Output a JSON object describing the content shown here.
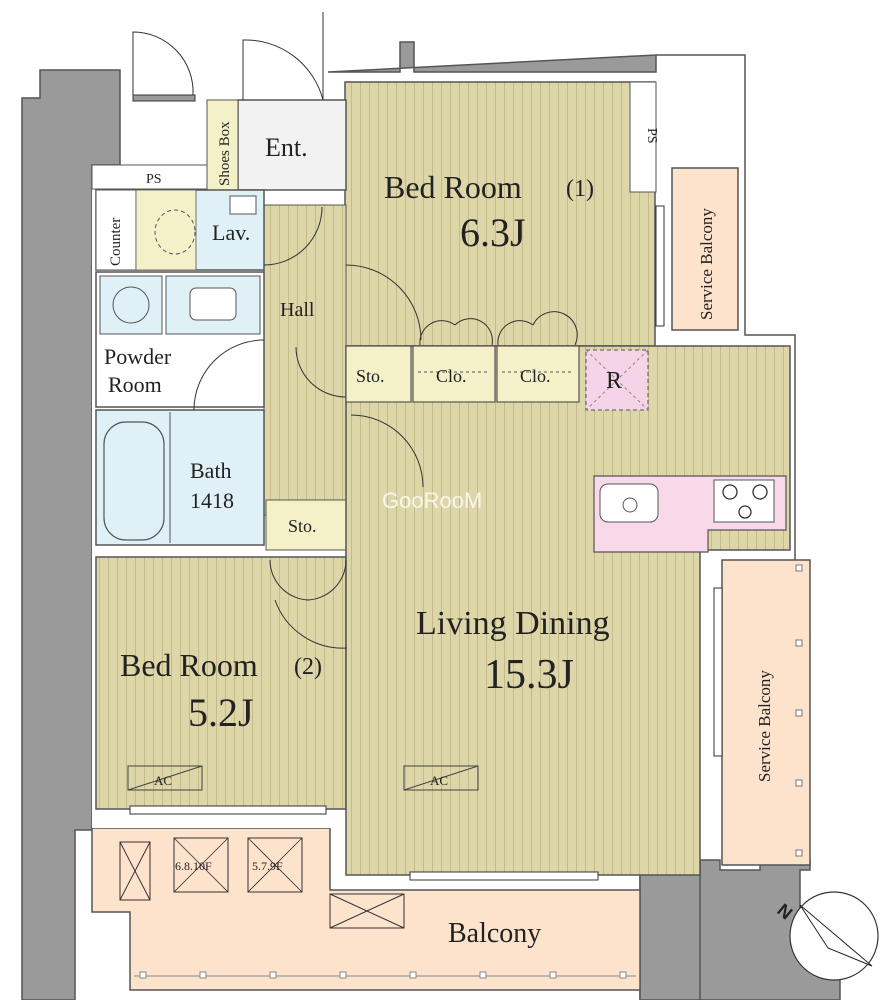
{
  "labels": {
    "ent": "Ent.",
    "shoes_box": "Shoes Box",
    "ps_left": "PS",
    "ps_right": "PS",
    "counter": "Counter",
    "lav": "Lav.",
    "hall": "Hall",
    "powder_room": [
      "Powder",
      "Room"
    ],
    "bath": "Bath",
    "bath_size": "1418",
    "sto_1": "Sto.",
    "sto_2": "Sto.",
    "clo_1": "Clo.",
    "clo_2": "Clo.",
    "fridge": "R",
    "bedroom1": "Bed Room",
    "bedroom1_num": "(1)",
    "bedroom1_size": "6.3J",
    "bedroom2": "Bed Room",
    "bedroom2_num": "(2)",
    "bedroom2_size": "5.2J",
    "living": "Living Dining",
    "living_size": "15.3J",
    "service_balcony_top": "Service Balcony",
    "service_balcony_side": "Service Balcony",
    "balcony": "Balcony",
    "ac_1": "AC",
    "ac_2": "AC",
    "hatch_1": "6.8.10F",
    "hatch_2": "5.7.9F",
    "watermark": "GooRooM",
    "compass": "N"
  },
  "colors": {
    "wall": "#9a9a9a",
    "wall_edge": "#555555",
    "floor_wood": "#ddd6a8",
    "floor_line": "#c9c190",
    "wet_area": "#dff1f6",
    "storage": "#f4f1c8",
    "kitchen": "#f7d9ea",
    "balcony": "#fde2cc",
    "entrance": "#f2f2f2",
    "fridge": "#f4d4e6",
    "line": "#333333"
  }
}
